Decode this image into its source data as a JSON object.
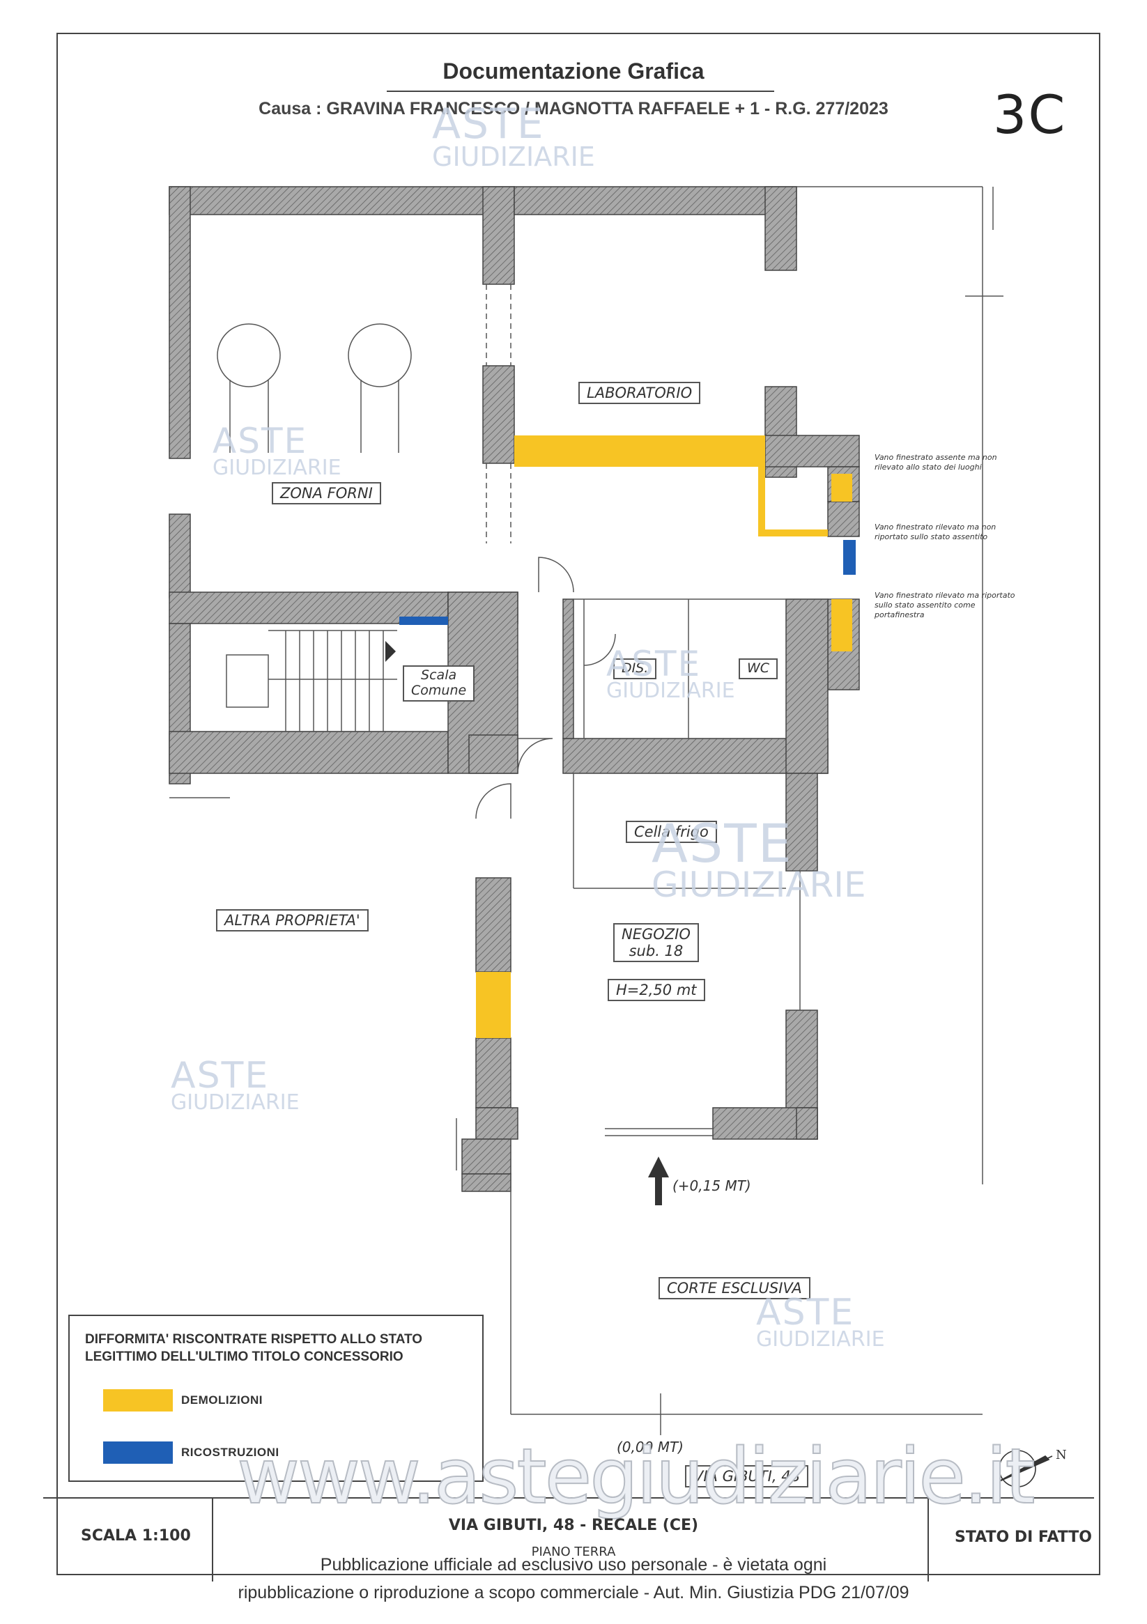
{
  "header": {
    "title": "Documentazione Grafica",
    "case": "Causa : GRAVINA FRANCESCO /  MAGNOTTA RAFFAELE + 1 - R.G. 277/2023",
    "handwritten_code": "3C"
  },
  "rooms": {
    "laboratorio": "LABORATORIO",
    "zona_forni": "ZONA FORNI",
    "scala_line1": "Scala",
    "scala_line2": "Comune",
    "dis": "DIS.",
    "wc": "WC",
    "cella_frigo": "Cella frigo",
    "altra_proprieta": "ALTRA PROPRIETA'",
    "negozio_line1": "NEGOZIO",
    "negozio_line2": "sub. 18",
    "height": "H=2,50 mt",
    "corte": "CORTE ESCLUSIVA",
    "via": "VIA GIBUTI, 48"
  },
  "levels": {
    "entry": "(+0,15 MT)",
    "ground": "(0,00 MT)"
  },
  "notes": {
    "n1": "Vano finestrato assente ma non rilevato allo stato dei luoghi",
    "n2": "Vano finestrato rilevato ma non riportato sullo stato assentito",
    "n3": "Vano finestrato rilevato ma riportato sullo stato assentito come portafinestra"
  },
  "legend": {
    "title": "DIFFORMITA' RISCONTRATE RISPETTO ALLO STATO LEGITTIMO DELL'ULTIMO TITOLO CONCESSORIO",
    "items": [
      {
        "label": "DEMOLIZIONI",
        "color": "#f7c424"
      },
      {
        "label": "RICOSTRUZIONI",
        "color": "#1f5fb5"
      }
    ]
  },
  "footer": {
    "scale": "SCALA 1:100",
    "address": "VIA GIBUTI, 48 - RECALE (CE)",
    "floor": "PIANO TERRA",
    "state": "STATO DI FATTO"
  },
  "publication": {
    "line1": "Pubblicazione ufficiale ad esclusivo uso personale - è vietata ogni",
    "line2": "ripubblicazione o riproduzione a scopo commerciale - Aut. Min. Giustizia PDG 21/07/09"
  },
  "watermark": {
    "brand": "ASTE",
    "sub": "GIUDIZIARIE",
    "url": "www.astegiudiziarie.it"
  },
  "compass": {
    "north": "N"
  },
  "colors": {
    "demolition": "#f7c424",
    "reconstruction": "#1f5fb5",
    "wall": "#9c9c9c"
  }
}
